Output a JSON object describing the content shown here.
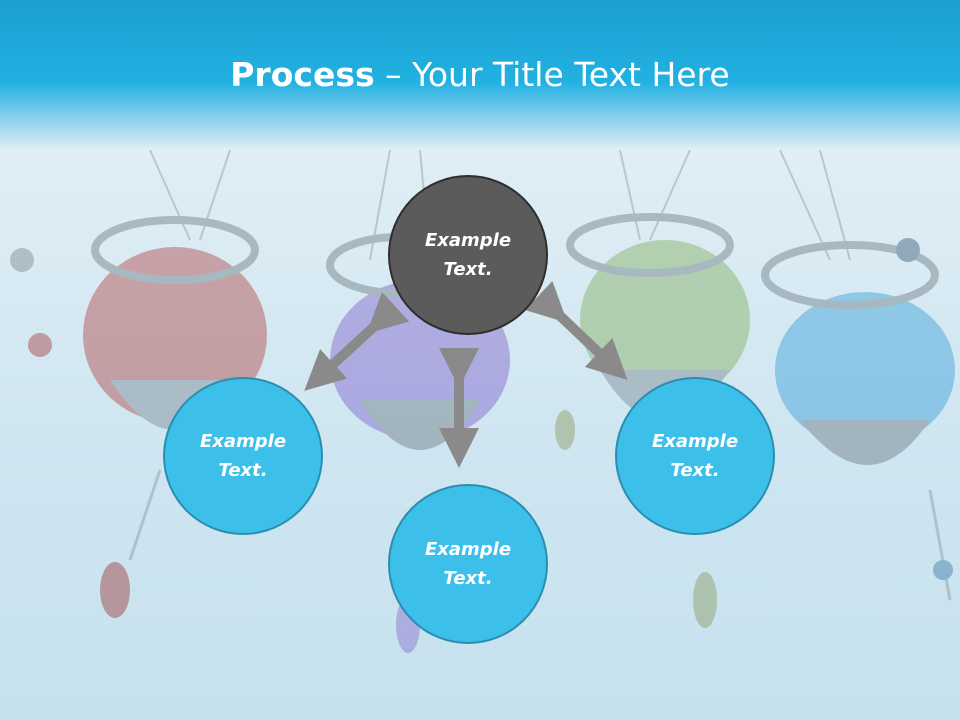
{
  "title": {
    "bold": "Process",
    "rest": " – Your Title Text Here"
  },
  "nodes": {
    "top": {
      "line1": "Example",
      "line2": "Text."
    },
    "left": {
      "line1": "Example",
      "line2": "Text."
    },
    "bottom": {
      "line1": "Example",
      "line2": "Text."
    },
    "right": {
      "line1": "Example",
      "line2": "Text."
    }
  },
  "colors": {
    "header": "#22b1e2",
    "node_dark": "#5b5b5b",
    "node_blue": "#3cc0e9",
    "arrow": "#8a8a8a"
  },
  "icons": [
    "double-arrow-icon"
  ]
}
